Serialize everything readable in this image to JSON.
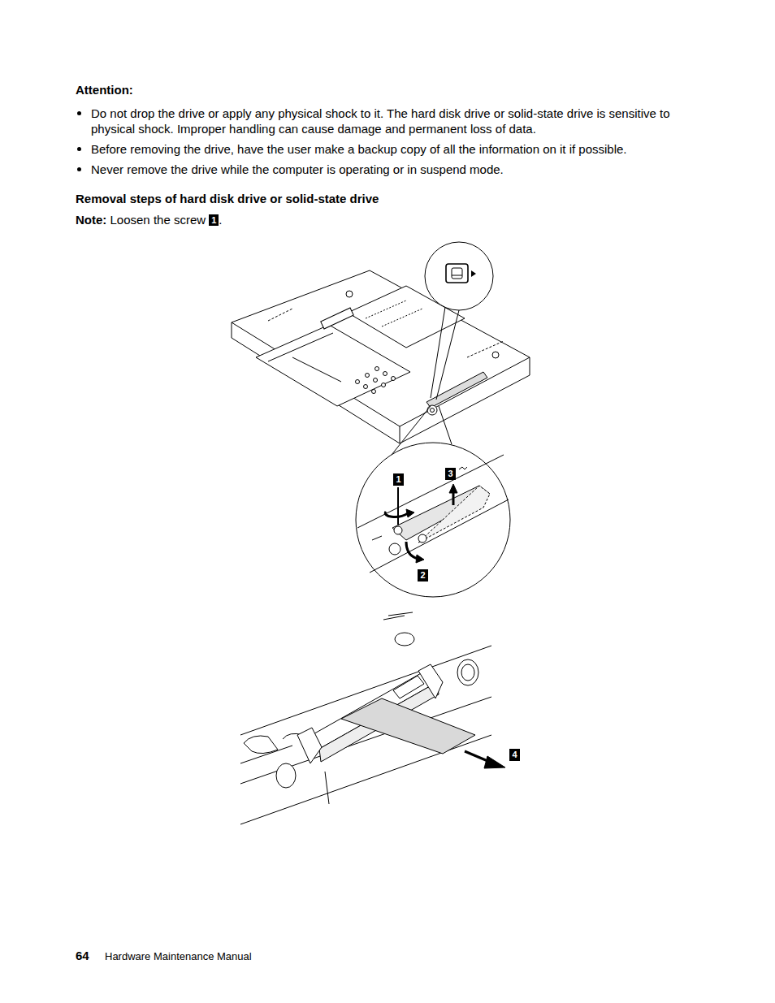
{
  "diagram": {
    "title": "Removal steps of hard disk drive or solid-state drive",
    "labels": [
      "Attention:",
      "Do not drop the drive or apply any physical shock to it. The hard disk drive or solid-state drive is sensitive to physical shock. Improper handling can cause damage and permanent loss of data.",
      "Before removing the drive, have the user make a backup copy of all the information on it if possible.",
      "Never remove the drive while the computer is operating or in suspend mode.",
      "Note:",
      "Loosen the screw",
      "1",
      ".",
      "1",
      "3",
      "2",
      "4",
      "64",
      "Hardware Maintenance Manual"
    ]
  }
}
